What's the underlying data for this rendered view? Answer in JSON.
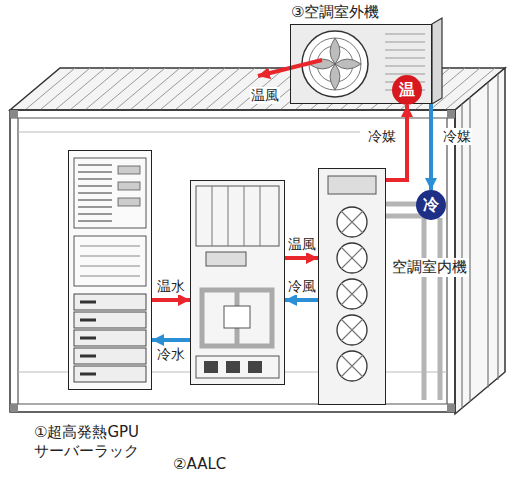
{
  "diagram": {
    "nodes": [
      {
        "text": [
          "③空調室外機"
        ]
      },
      {
        "text": [
          "①超高発熱GPU サーバーラック"
        ]
      },
      {
        "text": [
          "②AALC"
        ]
      },
      {
        "text": [
          "空調室内機"
        ]
      },
      {
        "text": [
          "温"
        ]
      },
      {
        "text": [
          "冷"
        ]
      }
    ],
    "edges": [
      {
        "from": 1,
        "to": 2,
        "arrow": "to",
        "label": "温水"
      },
      {
        "from": 2,
        "to": 1,
        "arrow": "to",
        "label": "冷水"
      },
      {
        "from": 2,
        "to": 3,
        "arrow": "to",
        "label": "温風"
      },
      {
        "from": 3,
        "to": 2,
        "arrow": "to",
        "label": "冷風"
      },
      {
        "from": 3,
        "to": 4,
        "arrow": "to",
        "label": "冷媒"
      },
      {
        "from": 0,
        "to": 5,
        "arrow": "to",
        "label": "冷媒"
      }
    ],
    "labels": [
      "温風"
    ]
  }
}
